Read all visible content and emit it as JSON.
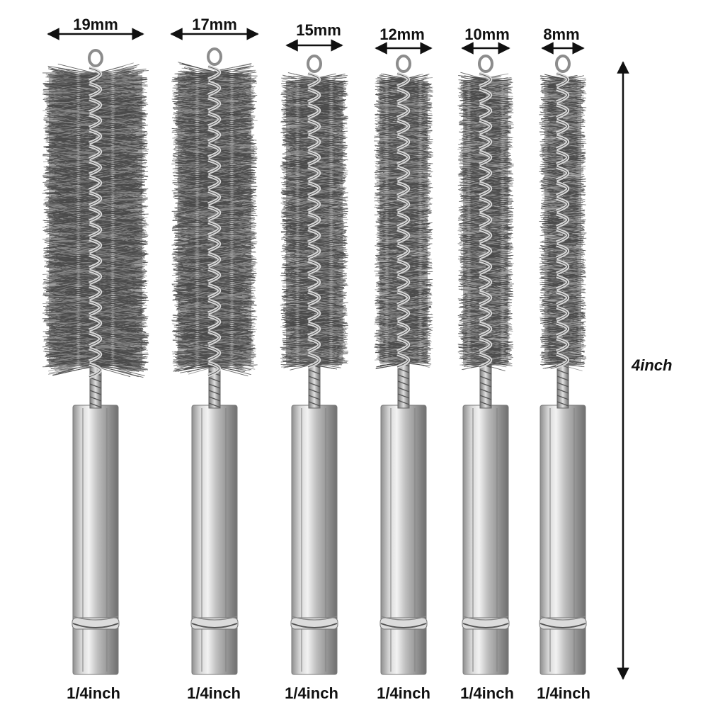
{
  "brushes": [
    {
      "size": "19mm",
      "shank": "1/4inch"
    },
    {
      "size": "17mm",
      "shank": "1/4inch"
    },
    {
      "size": "15mm",
      "shank": "1/4inch"
    },
    {
      "size": "12mm",
      "shank": "1/4inch"
    },
    {
      "size": "10mm",
      "shank": "1/4inch"
    },
    {
      "size": "8mm",
      "shank": "1/4inch"
    }
  ],
  "overall_length": "4inch",
  "colors": {
    "bristle": "#4a4a4a",
    "bristle_light": "#8a8a8a",
    "steel": "#c9c9c9",
    "arrow": "#111111"
  }
}
